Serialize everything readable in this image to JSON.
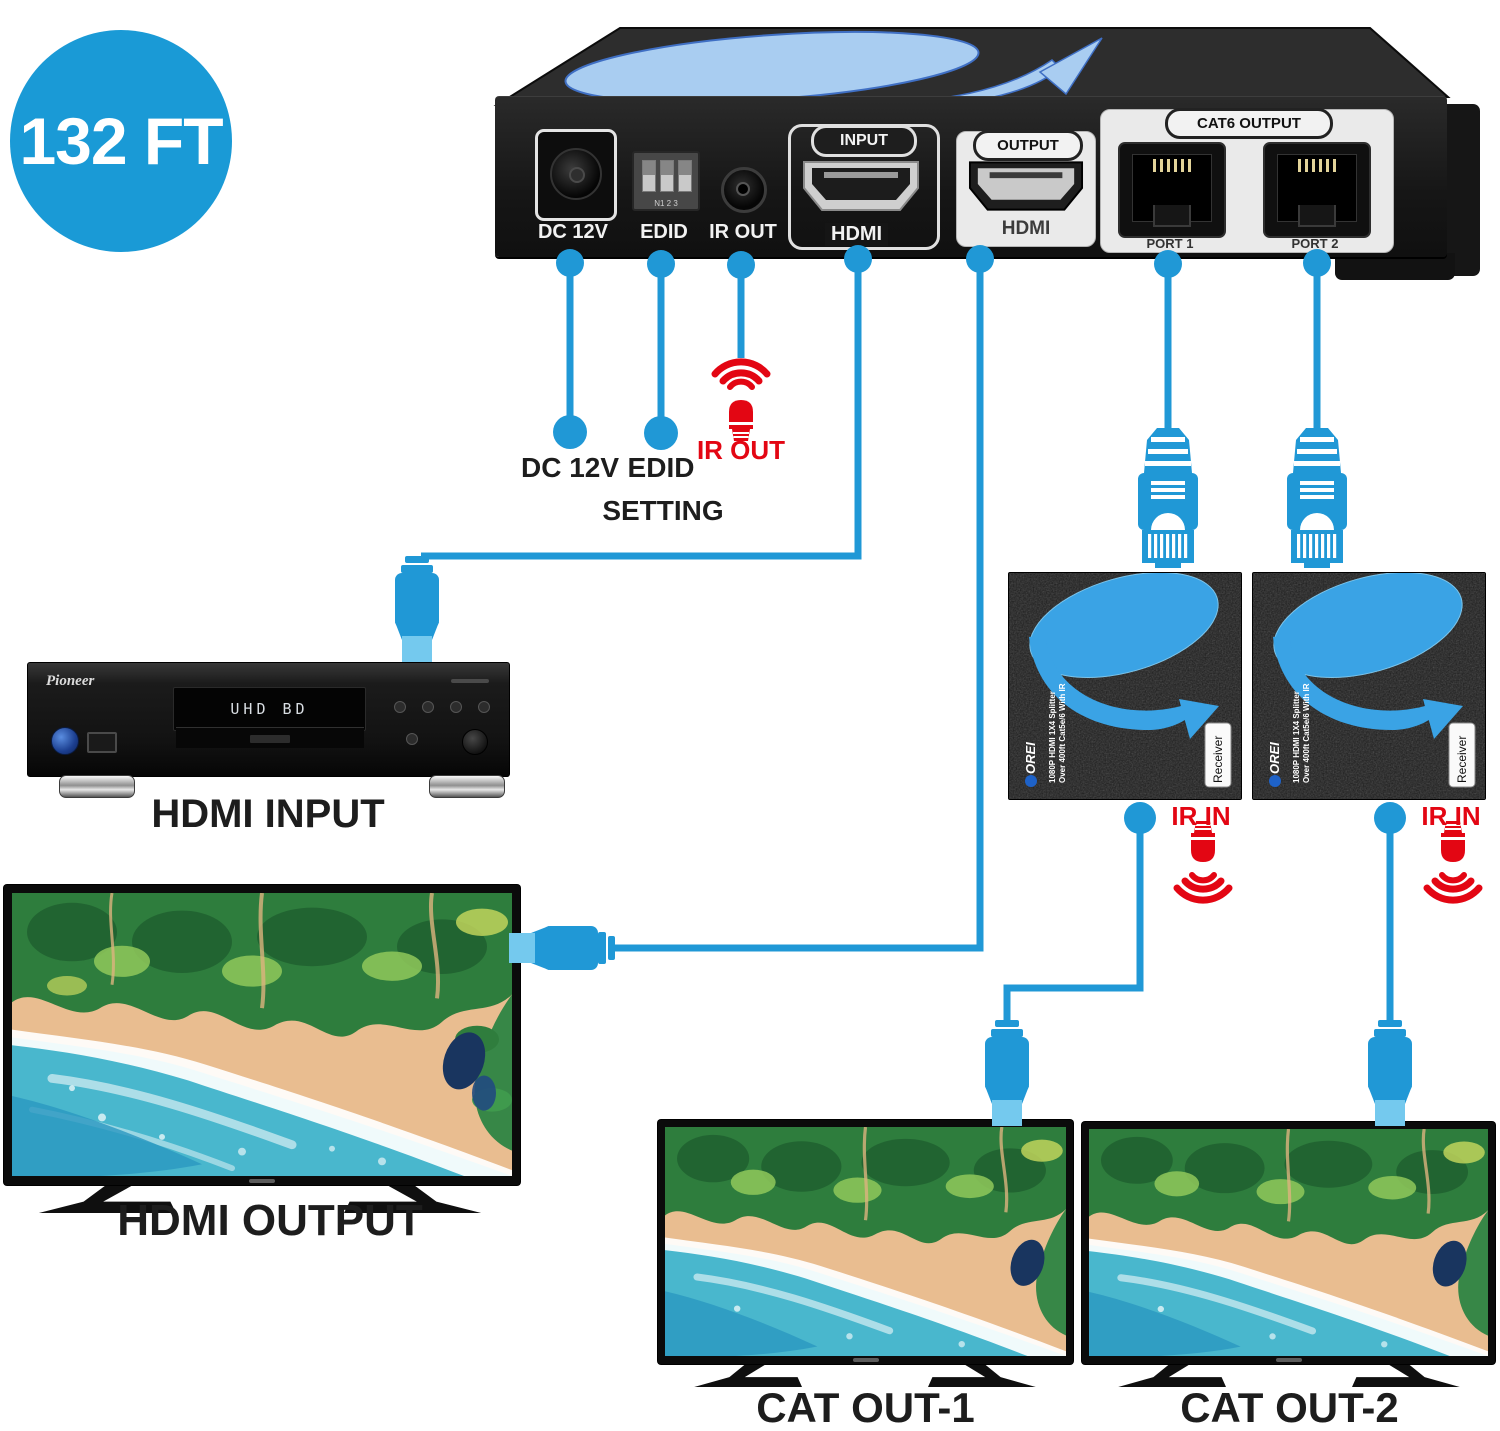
{
  "badge": {
    "text": "132 FT"
  },
  "transmitter": {
    "dc": "DC 12V",
    "edid": "EDID",
    "ir_out": "IR OUT",
    "input_badge": "INPUT",
    "input_hdmi": "HDMI",
    "output_badge": "OUTPUT",
    "output_hdmi": "HDMI",
    "cat6_badge": "CAT6 OUTPUT",
    "port1": "PORT 1",
    "port2": "PORT 2",
    "dip": "N1 2 3"
  },
  "callouts": {
    "dc": "DC 12V",
    "edid_line1": "EDID",
    "edid_line2": "SETTING",
    "ir_out": "IR OUT",
    "ir_in": "IR IN"
  },
  "source_player": {
    "brand": "Pioneer",
    "display_text": "UHD BD",
    "label": "HDMI INPUT"
  },
  "receivers": {
    "brand": "OREI",
    "side_line1": "1080P HDMI 1X4 Splitter",
    "side_line2": "Over 400ft Cat5e/6 With IR",
    "tag": "Receiver"
  },
  "tv_labels": {
    "hdmi_output": "HDMI OUTPUT",
    "cat_out_1": "CAT OUT-1",
    "cat_out_2": "CAT OUT-2"
  },
  "colors": {
    "blue": "#2098d6",
    "blue_light": "#74c9ee",
    "red": "#e30613",
    "badge": "#1a9ad6"
  }
}
